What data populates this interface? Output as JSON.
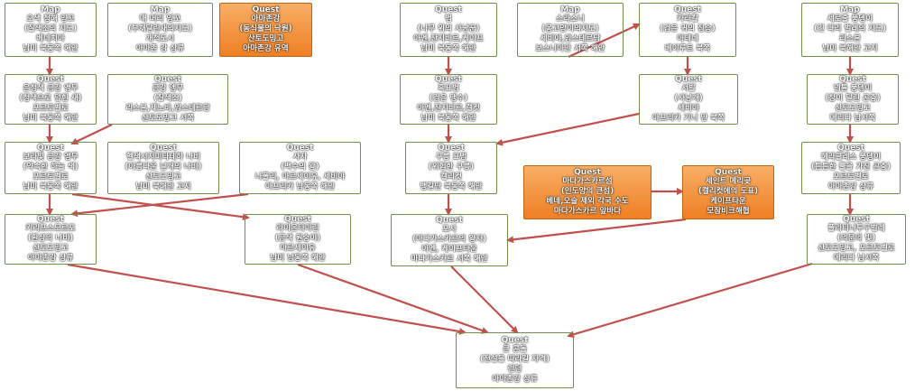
{
  "colors": {
    "green": "#a6cf6e",
    "orange": "#f39a43",
    "arrow": "#c0504d"
  },
  "nodes": [
    {
      "id": "n1",
      "color": "green",
      "tag": "Map",
      "lines": [
        "오색 청해 잉꼬",
        "(칠색조의 지도)",
        "베네치아",
        "남미 북동쪽 해안"
      ]
    },
    {
      "id": "n2",
      "color": "green",
      "tag": "Map",
      "lines": [
        "매 머리 잉꼬",
        "(부채달린새의지도)",
        "개척도시",
        "아마존 강 상류"
      ]
    },
    {
      "id": "n3",
      "color": "orange",
      "tag": "Quest",
      "lines": [
        "아마존강",
        "(동식물의 낙원)",
        "산토도밍고",
        "아마존강 유역"
      ]
    },
    {
      "id": "n4",
      "color": "green",
      "tag": "Quest",
      "lines": [
        "범",
        "(나무 위의 사냥꾼)",
        "아멘,잔지바르,케이프",
        "남미 북동쪽 해안"
      ]
    },
    {
      "id": "n5",
      "color": "green",
      "tag": "Map",
      "lines": [
        "스라소니",
        "(몽고양이의지도)",
        "세비야,암스테르담",
        "보스니아만 서쪽 해안"
      ]
    },
    {
      "id": "n6",
      "color": "green",
      "tag": "Quest",
      "lines": [
        "카라칼",
        "(검은 귀의 짐승)",
        "아테네",
        "베이루트 북쪽"
      ]
    },
    {
      "id": "n7",
      "color": "green",
      "tag": "Map",
      "lines": [
        "세로줄 풍뎅이",
        "(긴 다리 벌레의 지도)",
        "리스본",
        "남미 북해안 고지"
      ]
    },
    {
      "id": "n8",
      "color": "green",
      "tag": "Quest",
      "lines": [
        "은청색 금강 앵무",
        "(청색으로 덮힌 새)",
        "포르토벨로",
        "남미 북동쪽 해안"
      ]
    },
    {
      "id": "n9",
      "color": "green",
      "tag": "Quest",
      "lines": [
        "금강 앵무",
        "(칠색조)",
        "리스본,제노바,암스테르담",
        "산토도밍고 서쪽"
      ]
    },
    {
      "id": "n10",
      "color": "green",
      "tag": "Quest",
      "lines": [
        "흑표범",
        "(검은 맹수)",
        "아멘,잔지바르,캘컷",
        "남미 북동쪽 해안"
      ]
    },
    {
      "id": "n11",
      "color": "green",
      "tag": "Quest",
      "lines": [
        "서발",
        "(사냥개)",
        "세비야",
        "아프리카 기니 만 북쪽"
      ]
    },
    {
      "id": "n12",
      "color": "green",
      "tag": "Quest",
      "lines": [
        "넵튠 풍뎅이",
        "(창이 달린 곤충)",
        "산토도밍고",
        "메리다 남서쪽"
      ]
    },
    {
      "id": "n13",
      "color": "green",
      "tag": "Quest",
      "lines": [
        "보라빛 금강 앵무",
        "(약속한 하늘 색)",
        "포르토벨로",
        "남미 북동쪽 해안"
      ]
    },
    {
      "id": "n14",
      "color": "green",
      "tag": "Quest",
      "lines": [
        "헬색시지미타테하 나비",
        "(아름다운 날개의 나비)",
        "산토도밍고",
        "남미 북해안 고지"
      ]
    },
    {
      "id": "n15",
      "color": "green",
      "tag": "Quest",
      "lines": [
        "사자",
        "(백수의 왕)",
        "나폴리, 마르세이유, 세비야",
        "아프리카 남동쪽 해안"
      ]
    },
    {
      "id": "n16",
      "color": "green",
      "tag": "Quest",
      "lines": [
        "구름 표범",
        "(위험한 구름)",
        "캘리컷",
        "뱅갈만 북동쪽 해안"
      ]
    },
    {
      "id": "n17",
      "color": "orange",
      "tag": "Quest",
      "lines": [
        "마다가스카르섬",
        "(인도양의 큰섬)",
        "베네,오슬 제외 각국 수도",
        "마다가스카르 앞바다"
      ]
    },
    {
      "id": "n18",
      "color": "orange",
      "tag": "Quest",
      "lines": [
        "세인트 메리곶",
        "(캘리컷에의 도표)",
        "케이프타운",
        "모잠비크해협"
      ]
    },
    {
      "id": "n19",
      "color": "green",
      "tag": "Quest",
      "lines": [
        "헤라클레스 풍뎅이",
        "(튼튼한 뿔을 가진 곤충)",
        "포르토벨로",
        "아마존강 상류"
      ]
    },
    {
      "id": "n20",
      "color": "green",
      "tag": "Quest",
      "lines": [
        "키리프스모르포",
        "(환상의 나비)",
        "산토도밍고",
        "아마존강 상류"
      ]
    },
    {
      "id": "n21",
      "color": "green",
      "tag": "Quest",
      "lines": [
        "라이온타마린",
        "(금색 원숭이)",
        "마르세이유",
        "남미 남동쪽 해안"
      ]
    },
    {
      "id": "n22",
      "color": "green",
      "tag": "Quest",
      "lines": [
        "포사",
        "(마다가스카르의 왕자)",
        "아멘, 케이프타운",
        "마다가스카르 서쪽 해안"
      ]
    },
    {
      "id": "n23",
      "color": "green",
      "tag": "Quest",
      "lines": [
        "플라티나투구벌레",
        "(의문의 빛)",
        "산토도밍고, 포르토벨로",
        "메리다 남서쪽"
      ]
    },
    {
      "id": "n24",
      "color": "green",
      "tag": "Quest",
      "lines": [
        "큰 콘돌",
        "(전설을 따라갈 자격)",
        "런던",
        "아마존강 상류"
      ]
    }
  ]
}
